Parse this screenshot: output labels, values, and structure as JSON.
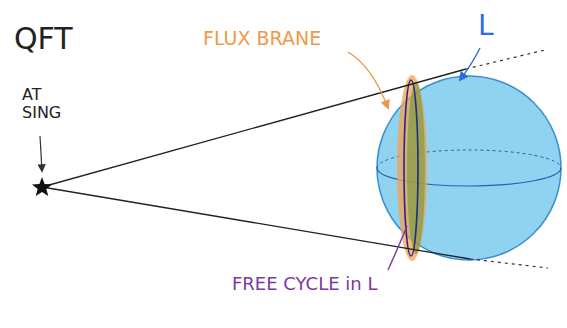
{
  "diagram": {
    "labels": [
      "QFT",
      "AT SING",
      "FLUX BRANE",
      "L",
      "FREE CYCLE in L"
    ]
  }
}
